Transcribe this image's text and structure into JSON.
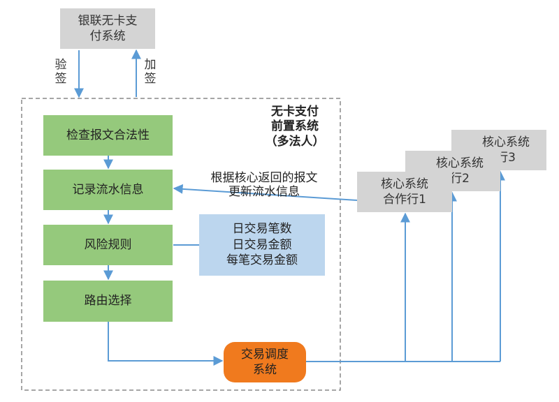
{
  "unionpay": {
    "label": "银联无卡支\n付系统"
  },
  "verify_label": "验签",
  "sign_label": "加签",
  "frontend": {
    "title": "无卡支付\n前置系统\n（多法人）"
  },
  "steps": [
    {
      "label": "检查报文合法性"
    },
    {
      "label": "记录流水信息"
    },
    {
      "label": "风险规则"
    },
    {
      "label": "路由选择"
    }
  ],
  "risk_rules": {
    "label": "日交易笔数\n日交易金额\n每笔交易金额"
  },
  "update_note": "根据核心返回的报文\n更新流水信息",
  "dispatch": {
    "label": "交易调度\n系统"
  },
  "core_banks": [
    {
      "label": "核心系统\n合作行1"
    },
    {
      "label": "核心系统\n行2"
    },
    {
      "label": "核心系统\n行3"
    }
  ],
  "colors": {
    "arrow": "#5b9bd5",
    "green": "#95c97c",
    "gray": "#d4d4d4",
    "blue": "#bcd6ee",
    "orange": "#f07a1e",
    "dashed": "#888888"
  }
}
